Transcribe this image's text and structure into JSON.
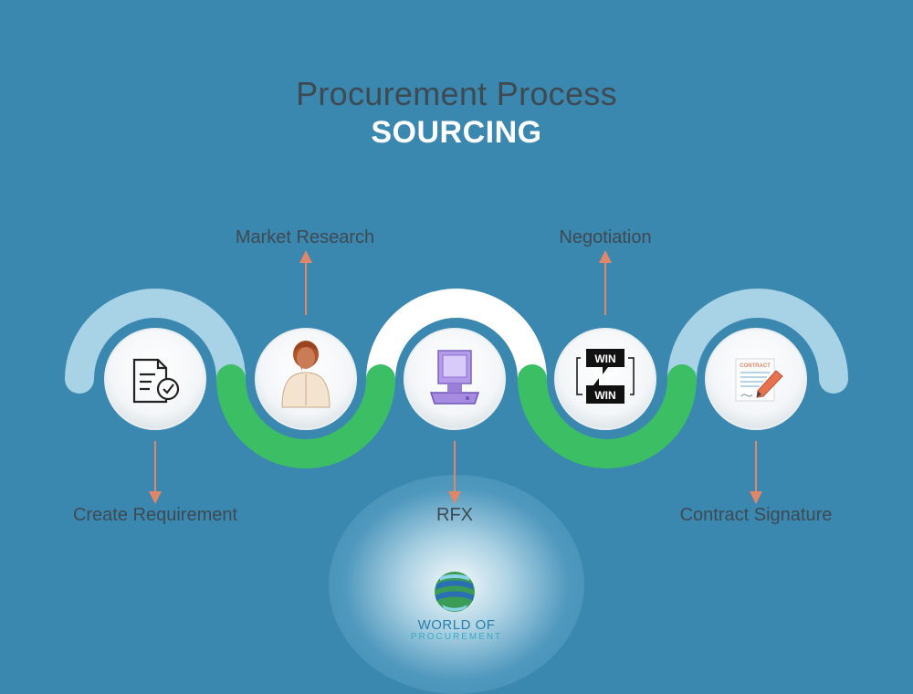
{
  "header": {
    "title": "Procurement Process",
    "subtitle": "SOURCING"
  },
  "steps": [
    {
      "label": "Create Requirement",
      "icon": "document-check-icon",
      "position": "below"
    },
    {
      "label": "Market Research",
      "icon": "thinking-person-icon",
      "position": "above"
    },
    {
      "label": "RFX",
      "icon": "computer-icon",
      "position": "below"
    },
    {
      "label": "Negotiation",
      "icon": "win-win-icon",
      "position": "above"
    },
    {
      "label": "Contract Signature",
      "icon": "contract-pen-icon",
      "position": "below"
    }
  ],
  "win_text": "WIN",
  "contract_text": "CONTRACT",
  "logo": {
    "line1": "WORLD OF",
    "line2": "PROCUREMENT"
  },
  "colors": {
    "background": "#3a87b0",
    "light_arc": "#a8d3e6",
    "white_arc": "#ffffff",
    "green_arc": "#3cbf64",
    "arrow": "#e0876a",
    "text": "#3e4a52"
  }
}
